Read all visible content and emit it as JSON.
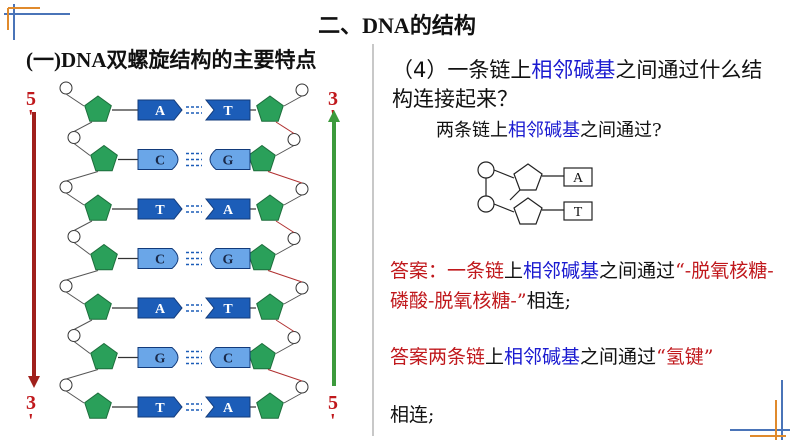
{
  "slide": {
    "title": "二、DNA的结构",
    "subtitle": "(一)DNA双螺旋结构的主要特点"
  },
  "left_diagram": {
    "top_left_label": "5",
    "top_left_prime": "'",
    "top_right_label": "3",
    "top_right_prime": "'",
    "bottom_left_label": "3",
    "bottom_left_prime": "'",
    "bottom_right_label": "5",
    "bottom_right_prime": "'",
    "pairs": [
      {
        "left": "A",
        "right": "T"
      },
      {
        "left": "C",
        "right": "G"
      },
      {
        "left": "T",
        "right": "A"
      },
      {
        "left": "C",
        "right": "G"
      },
      {
        "left": "A",
        "right": "T"
      },
      {
        "left": "G",
        "right": "C"
      },
      {
        "left": "T",
        "right": "A"
      }
    ]
  },
  "question": {
    "prefix": "（4）一条链上",
    "highlight": "相邻碱基",
    "suffix": "之间通过什么结构连接起来？"
  },
  "sub_question": {
    "prefix": "两条链上",
    "highlight": "相邻碱基",
    "suffix": "之间通过?"
  },
  "small_diagram": {
    "base_top": "A",
    "base_bottom": "T"
  },
  "answer1": {
    "p1": "答案：一条链",
    "p2": "上",
    "p3": "相邻碱基",
    "p4": "之间通过",
    "p5": "“-脱氧核糖-磷酸-脱氧核糖-”",
    "p6": "相连;"
  },
  "answer2": {
    "p1": "答案两条链",
    "p2": "上",
    "p3": "相邻碱基",
    "p4": "之间通过",
    "p5": "“氢键”"
  },
  "answer3": "相连;",
  "colors": {
    "base_fill": "#2b6fc6",
    "sugar_fill": "#2aa05a",
    "arrow_down": "#a0201c",
    "arrow_up": "#3c9a3c",
    "accent_blue": "#1a1ad0",
    "accent_red": "#c0181c"
  }
}
